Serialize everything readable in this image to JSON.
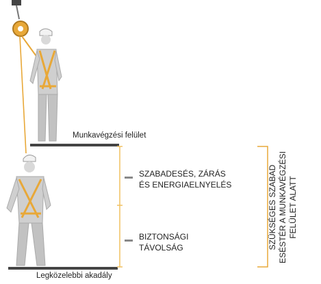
{
  "labels": {
    "work_surface": "Munkavégzési felület",
    "nearest_obstacle": "Legközelebbi akadály",
    "free_fall_line1": "SZABADESÉS, ZÁRÁS",
    "free_fall_line2": "ÉS ENERGIAELNYELÉS",
    "safety_line1": "BIZTONSÁGI",
    "safety_line2": "TÁVOLSÁG",
    "vertical_line1": "SZÜKSÉGES SZABAD",
    "vertical_line2": "ESÉSTÉR A MUNKAVÉGZÉSI",
    "vertical_line3": "FELÜLET ALATT"
  },
  "colors": {
    "accent": "#e8a838",
    "dimension": "#f0c060",
    "worker": "#cfcfcf",
    "platform": "#444444",
    "text": "#222222"
  }
}
